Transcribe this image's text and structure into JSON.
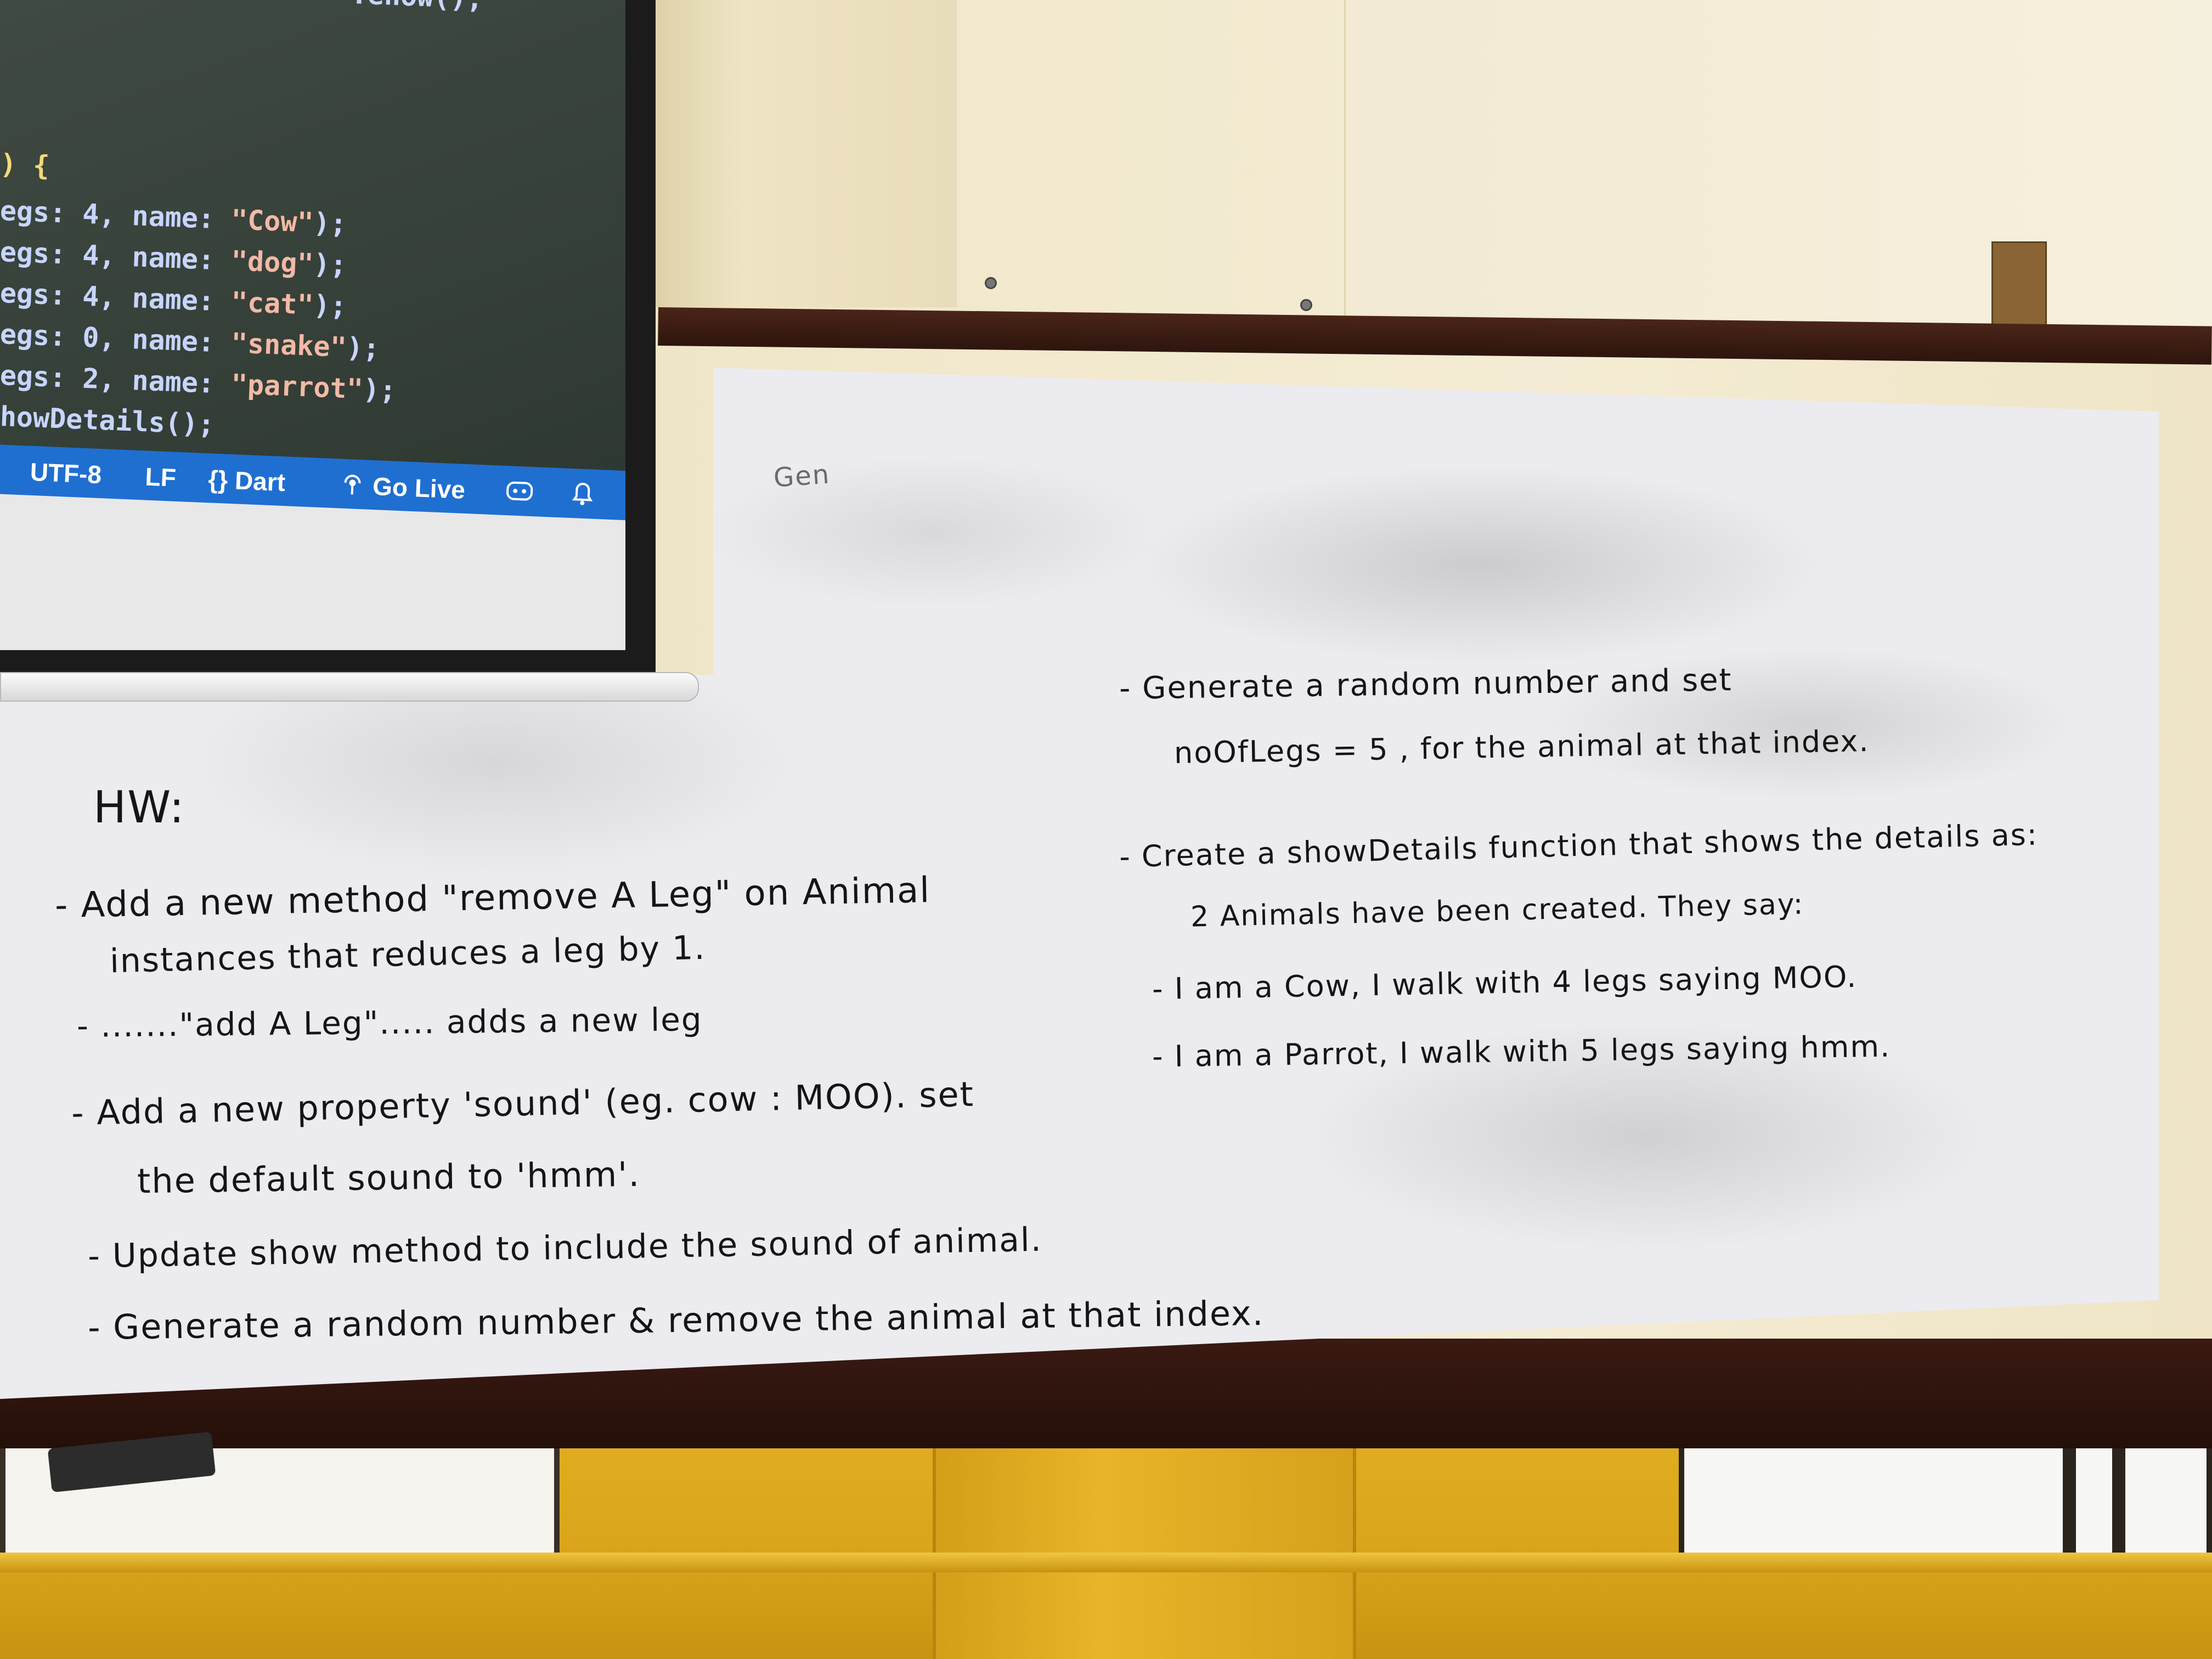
{
  "projector": {
    "code_lines": [
      {
        "text": ") {",
        "kind": "brace"
      },
      {
        "pre": "egs: 4, name: ",
        "str": "\"Cow\"",
        "post": ");"
      },
      {
        "pre": "egs: 4, name: ",
        "str": "\"dog\"",
        "post": ");"
      },
      {
        "pre": "egs: 4, name: ",
        "str": "\"cat\"",
        "post": ");"
      },
      {
        "pre": "egs: 0, name: ",
        "str": "\"snake\"",
        "post": ");"
      },
      {
        "pre": "egs: 2, name: ",
        "str": "\"parrot\"",
        "post": ");"
      },
      {
        "text": "howDetails();",
        "kind": "plain"
      }
    ],
    "top_fragment": ".enow();",
    "status_bar": {
      "encoding": "UTF-8",
      "line_ending": "LF",
      "language": "{} Dart",
      "go_live": "Go Live",
      "go_live_icon": "broadcast-icon",
      "copilot_icon": "copilot-icon",
      "bell_icon": "bell-icon"
    }
  },
  "whiteboard": {
    "erased_fragment": "Gen",
    "heading": "HW:",
    "left_items": [
      "- Add a new method \"remove A Leg\" on Animal",
      "instances that reduces a leg by 1.",
      "- .......\"add A Leg\"..... adds a new leg",
      "- Add a new property 'sound' (eg. cow : MOO). set",
      "the default sound to 'hmm'.",
      "- Update show method to include the sound of animal.",
      "- Generate a random number & remove the animal at that index."
    ],
    "right_items": [
      "- Generate a random number and set",
      "noOfLegs = 5 , for the animal at that index.",
      "- Create a showDetails function that shows the details as:",
      "2 Animals have been created. They say:",
      "- I am a Cow, I walk with 4 legs saying MOO.",
      "- I am a Parrot, I walk with 5 legs saying hmm."
    ]
  },
  "colors": {
    "statusbar": "#1f6fd1",
    "code_bg": "#3a453d",
    "board": "#ecebef",
    "frame": "#2c140d",
    "wall_yellow": "#dca51c"
  }
}
